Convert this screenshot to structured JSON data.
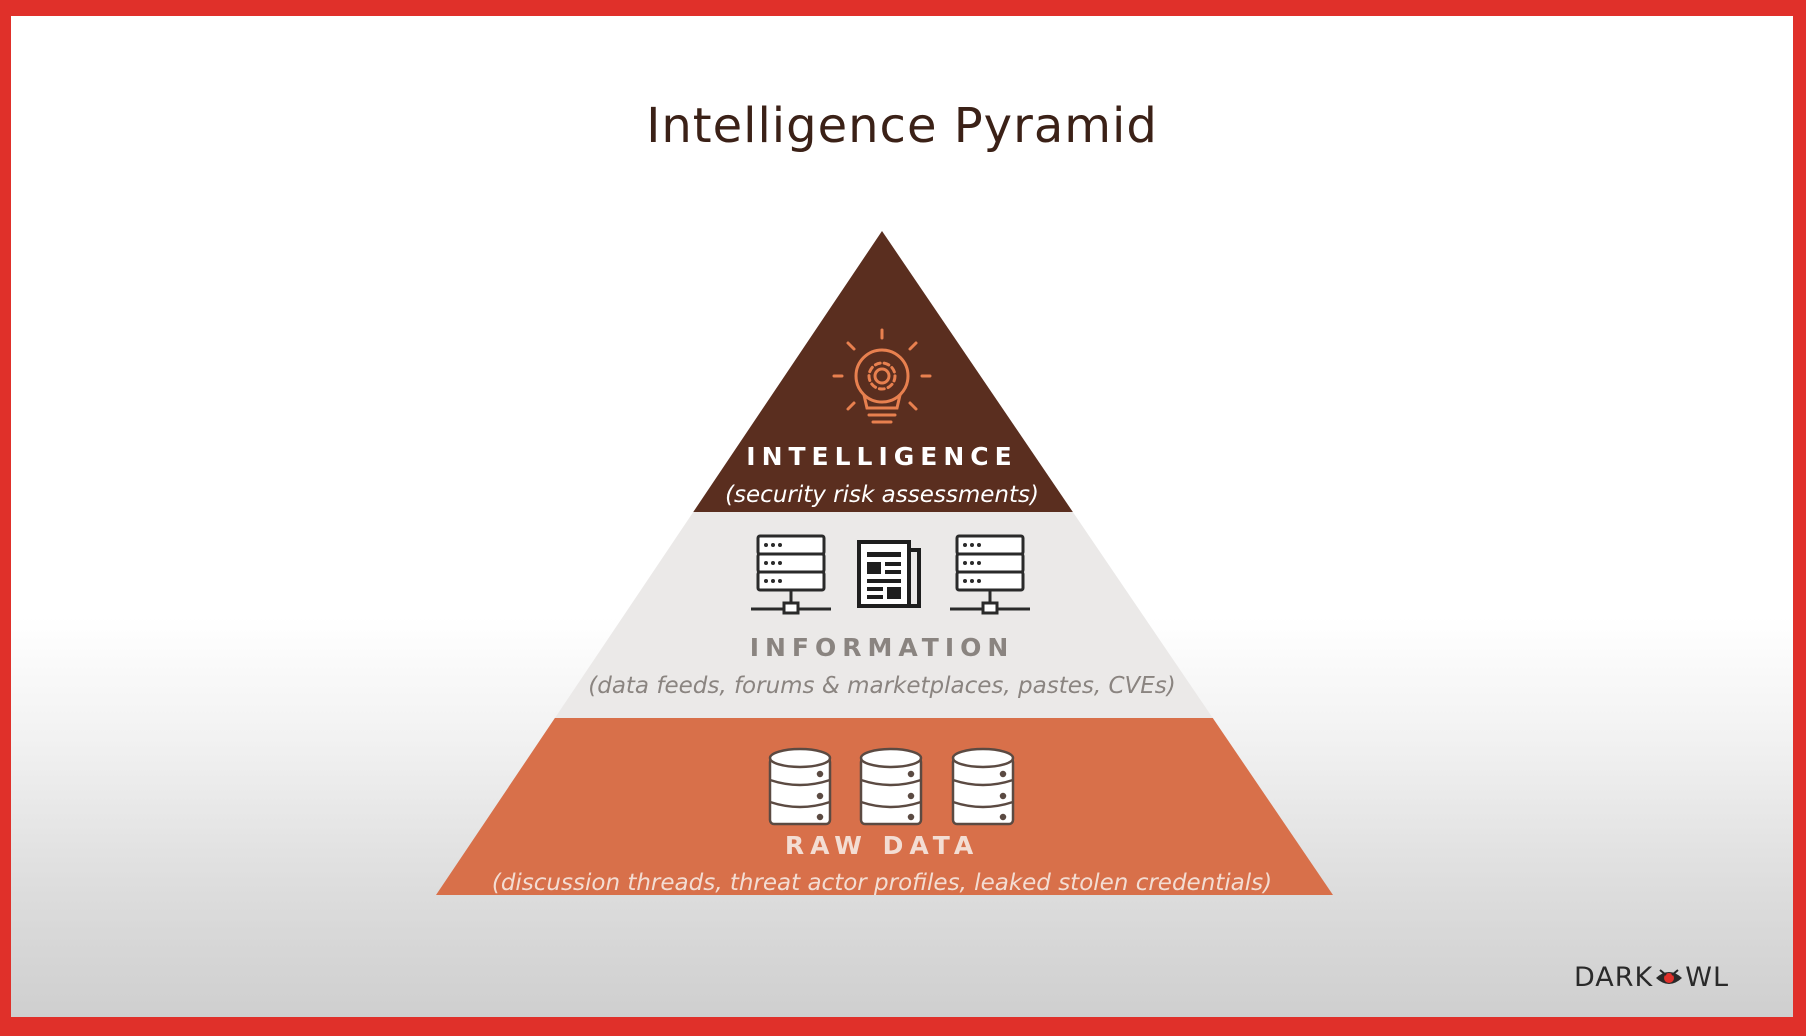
{
  "title": "Intelligence Pyramid",
  "tiers": [
    {
      "label": "INTELLIGENCE",
      "sub": "(security risk assessments)",
      "icons": [
        "lightbulb-gear-icon"
      ],
      "color": "#5a2e1f"
    },
    {
      "label": "INFORMATION",
      "sub": "(data feeds, forums & marketplaces, pastes, CVEs)",
      "icons": [
        "server-network-icon",
        "newspaper-icon",
        "server-network-icon"
      ],
      "color": "#ebe9e8"
    },
    {
      "label": "RAW DATA",
      "sub": "(discussion threads, threat actor profiles, leaked stolen credentials)",
      "icons": [
        "database-icon",
        "database-icon",
        "database-icon"
      ],
      "color": "#d8704a"
    }
  ],
  "logo": {
    "text_left": "DARK",
    "text_right": "WL"
  },
  "colors": {
    "frame": "#e0302a",
    "title": "#3b2117",
    "accent_orange": "#e8804f"
  }
}
